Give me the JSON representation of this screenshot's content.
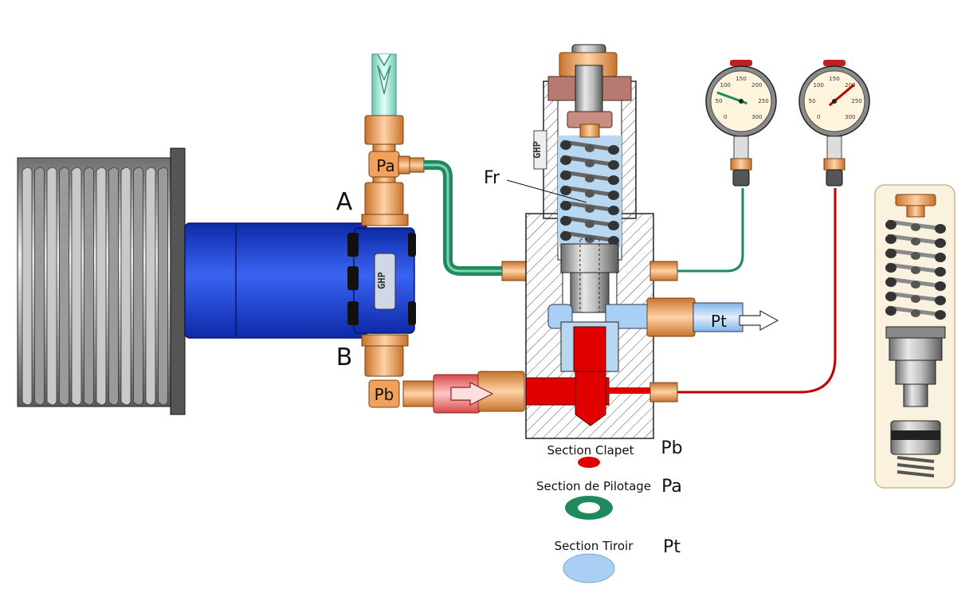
{
  "labels": {
    "port_a": "A",
    "port_b": "B",
    "pa": "Pa",
    "pb": "Pb",
    "pt": "Pt",
    "fr": "Fr"
  },
  "legend": {
    "clapet": {
      "title": "Section Clapet",
      "symbol": "Pb"
    },
    "pilotage": {
      "title": "Section de Pilotage",
      "symbol": "Pa"
    },
    "tiroir": {
      "title": "Section Tiroir",
      "symbol": "Pt"
    }
  },
  "gauges": {
    "ticks": [
      "0",
      "50",
      "100",
      "150",
      "200",
      "250",
      "300"
    ]
  },
  "colors": {
    "motor_blue": "#1b3fd6",
    "pilot_green": "#1e8a5e",
    "pressure_red": "#e00000",
    "tank_blue": "#a9cff5",
    "fitting_orange": "#f0a25c",
    "spring_blue": "#b8d8f2",
    "panel_bg": "#fbf1df"
  },
  "icons": {
    "flow_arrow": "double-chevron-arrow-icon",
    "gauge": "pressure-gauge-icon"
  }
}
